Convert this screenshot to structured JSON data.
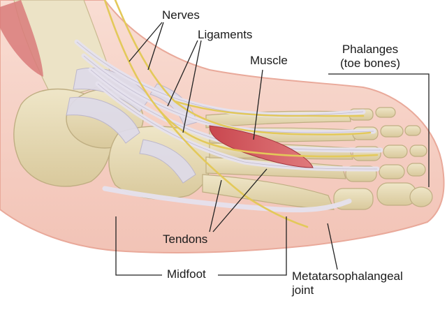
{
  "labels": {
    "nerves": "Nerves",
    "ligaments": "Ligaments",
    "muscle": "Muscle",
    "phalanges_line1": "Phalanges",
    "phalanges_line2": "(toe bones)",
    "tendons": "Tendons",
    "midfoot": "Midfoot",
    "mtp_line1": "Metatarsophalangeal",
    "mtp_line2": "joint"
  },
  "colors": {
    "skin": "#f6d3c8",
    "bone": "#e8dcb8",
    "ligament": "#dcdae6",
    "tendon": "#e9e6ef",
    "nerve": "#e8cf63",
    "muscle": "#d9666c",
    "leader": "#222222"
  }
}
